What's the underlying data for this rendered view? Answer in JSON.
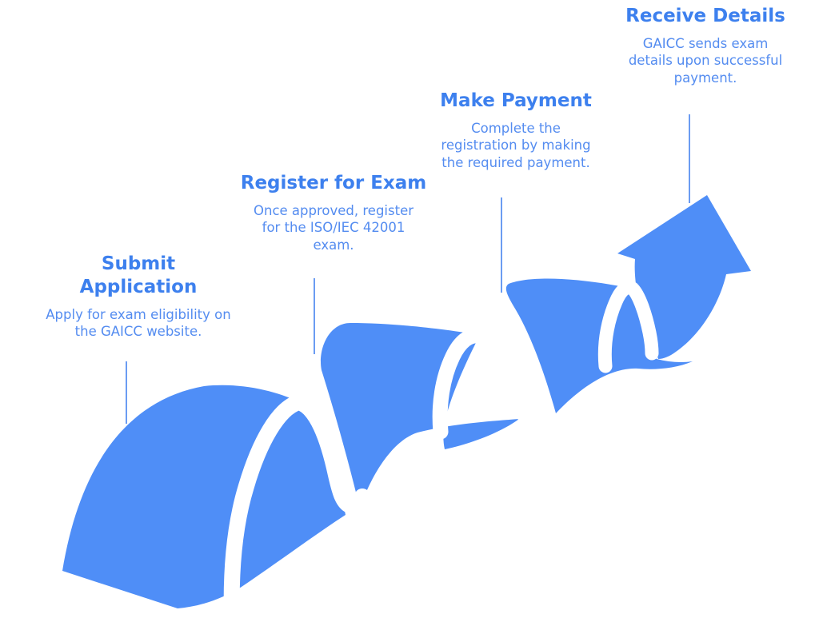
{
  "diagram": {
    "type": "wavy-ribbon-process-arrow",
    "background": "#ffffff",
    "direction": "bottom-left to top-right"
  },
  "colors": {
    "ribbon": "#4f8ef7",
    "title": "#3d80ee",
    "body": "#548cf0",
    "connector": "#6b9cf2"
  },
  "steps": [
    {
      "title": "Submit Application",
      "description": "Apply for exam eligibility on the GAICC website."
    },
    {
      "title": "Register for Exam",
      "description": "Once approved, register for the ISO/IEC 42001 exam."
    },
    {
      "title": "Make Payment",
      "description": "Complete the registration by making the required payment."
    },
    {
      "title": "Receive Details",
      "description": "GAICC sends exam details upon successful payment."
    }
  ]
}
